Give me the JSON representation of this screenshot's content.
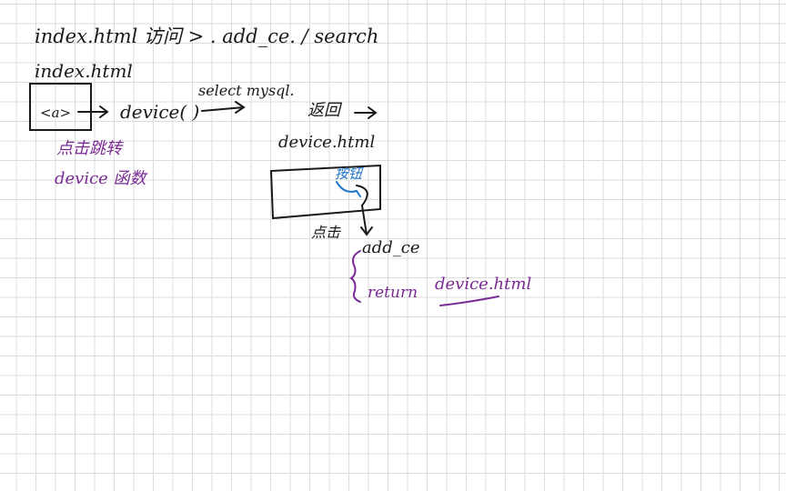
{
  "colors": {
    "ink": "#1a1a1a",
    "highlight": "#7a2a94",
    "accent": "#1e73c8",
    "grid": "#dcdcdc"
  },
  "notes": {
    "heading": "index.html 访问 > . add_ce. / search",
    "index_label": "index.html",
    "anchor_tag": "<a>",
    "device_call": "device( )",
    "select_mysql": "select mysql.",
    "return_label": "返回",
    "device_html": "device.html",
    "click_jump": "点击跳转",
    "device_fn": "device 函数",
    "button_text": "按钮",
    "click_again": "点击",
    "add_ce": "add_ce",
    "return_word": "return",
    "device_html_underlined": "device.html"
  }
}
